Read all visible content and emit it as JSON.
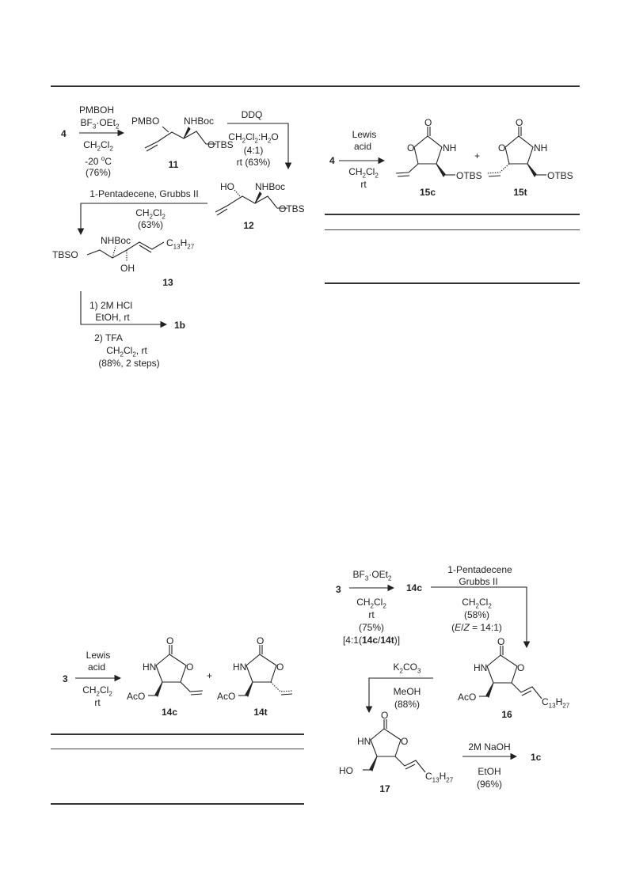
{
  "schemeA": {
    "start": "4",
    "reagent1": [
      "PMBOH",
      "BF3·OEt2",
      "CH2Cl2",
      "-20 oC",
      "(76%)"
    ],
    "cmpd11": {
      "label": "11",
      "groups": [
        "PMBO",
        "NHBoc",
        "OTBS"
      ]
    },
    "reagent2": [
      "DDQ",
      "CH2Cl2:H2O",
      "(4:1)",
      "rt (63%)"
    ],
    "cmpd12": {
      "label": "12",
      "groups": [
        "HO",
        "NHBoc",
        "OTBS"
      ]
    },
    "reagent3": [
      "1-Pentadecene, Grubbs II",
      "CH2Cl2",
      "(63%)"
    ],
    "cmpd13": {
      "label": "13",
      "groups": [
        "NHBoc",
        "TBSO",
        "OH",
        "C13H27"
      ]
    },
    "reagent4": [
      "1) 2M HCl",
      "EtOH, rt",
      "2) TFA",
      "CH2Cl2, rt",
      "(88%, 2 steps)"
    ],
    "product": "1b"
  },
  "schemeB": {
    "start": "4",
    "reagent": [
      "Lewis",
      "acid",
      "CH2Cl2",
      "rt"
    ],
    "cmpd15c": {
      "label": "15c",
      "groups": [
        "O",
        "O",
        "NH",
        "OTBS"
      ]
    },
    "plus": "+",
    "cmpd15t": {
      "label": "15t",
      "groups": [
        "O",
        "O",
        "NH",
        "OTBS"
      ]
    }
  },
  "schemeC": {
    "start": "3",
    "reagent": [
      "Lewis",
      "acid",
      "CH2Cl2",
      "rt"
    ],
    "cmpd14c": {
      "label": "14c",
      "groups": [
        "O",
        "HN",
        "O",
        "AcO"
      ]
    },
    "plus": "+",
    "cmpd14t": {
      "label": "14t",
      "groups": [
        "O",
        "HN",
        "O",
        "AcO"
      ]
    }
  },
  "schemeD": {
    "start": "3",
    "reagent1": [
      "BF3·OEt2",
      "CH2Cl2",
      "rt",
      "(75%)",
      "[4:1(14c/14t)]"
    ],
    "intermediate": "14c",
    "reagent2": [
      "1-Pentadecene",
      "Grubbs II",
      "CH2Cl2",
      "(58%)",
      "(E/Z = 14:1)"
    ],
    "cmpd16": {
      "label": "16",
      "groups": [
        "O",
        "HN",
        "O",
        "AcO",
        "C13H27"
      ]
    },
    "reagent3": [
      "K2CO3",
      "MeOH",
      "(88%)"
    ],
    "cmpd17": {
      "label": "17",
      "groups": [
        "O",
        "HN",
        "O",
        "HO",
        "C13H27"
      ]
    },
    "reagent4": [
      "2M NaOH",
      "EtOH",
      "(96%)"
    ],
    "product": "1c"
  }
}
